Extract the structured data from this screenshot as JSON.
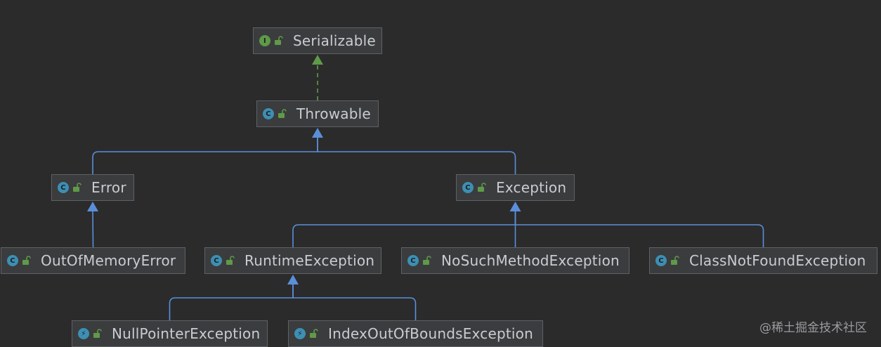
{
  "diagram": {
    "nodes": [
      {
        "id": "serializable",
        "label": "Serializable",
        "kind": "interface",
        "icon": "interface-icon"
      },
      {
        "id": "throwable",
        "label": "Throwable",
        "kind": "class",
        "icon": "class-icon"
      },
      {
        "id": "error",
        "label": "Error",
        "kind": "class",
        "icon": "class-icon"
      },
      {
        "id": "exception",
        "label": "Exception",
        "kind": "class",
        "icon": "class-icon"
      },
      {
        "id": "outofmemoryerror",
        "label": "OutOfMemoryError",
        "kind": "class",
        "icon": "class-icon"
      },
      {
        "id": "runtimeexception",
        "label": "RuntimeException",
        "kind": "class",
        "icon": "class-icon"
      },
      {
        "id": "nosuchmethodexception",
        "label": "NoSuchMethodException",
        "kind": "class",
        "icon": "class-icon"
      },
      {
        "id": "classnotfoundexception",
        "label": "ClassNotFoundException",
        "kind": "class",
        "icon": "class-icon"
      },
      {
        "id": "nullpointerexception",
        "label": "NullPointerException",
        "kind": "exception-class",
        "icon": "exception-class-icon"
      },
      {
        "id": "indexoutofboundsexception",
        "label": "IndexOutOfBoundsException",
        "kind": "exception-class",
        "icon": "exception-class-icon"
      }
    ],
    "edges": [
      {
        "from": "throwable",
        "to": "serializable",
        "type": "implements"
      },
      {
        "from": "error",
        "to": "throwable",
        "type": "extends"
      },
      {
        "from": "exception",
        "to": "throwable",
        "type": "extends"
      },
      {
        "from": "outofmemoryerror",
        "to": "error",
        "type": "extends"
      },
      {
        "from": "runtimeexception",
        "to": "exception",
        "type": "extends"
      },
      {
        "from": "nosuchmethodexception",
        "to": "exception",
        "type": "extends"
      },
      {
        "from": "classnotfoundexception",
        "to": "exception",
        "type": "extends"
      },
      {
        "from": "nullpointerexception",
        "to": "runtimeexception",
        "type": "extends"
      },
      {
        "from": "indexoutofboundsexception",
        "to": "runtimeexception",
        "type": "extends"
      }
    ],
    "colors": {
      "background": "#2b2b2c",
      "extends_edge": "#5a8fd8",
      "implements_edge": "#5f9a48",
      "node_fill": "#3b3c3e",
      "node_border": "#5f6165",
      "text": "#c9ccd1"
    }
  },
  "watermark": "@稀土掘金技术社区"
}
